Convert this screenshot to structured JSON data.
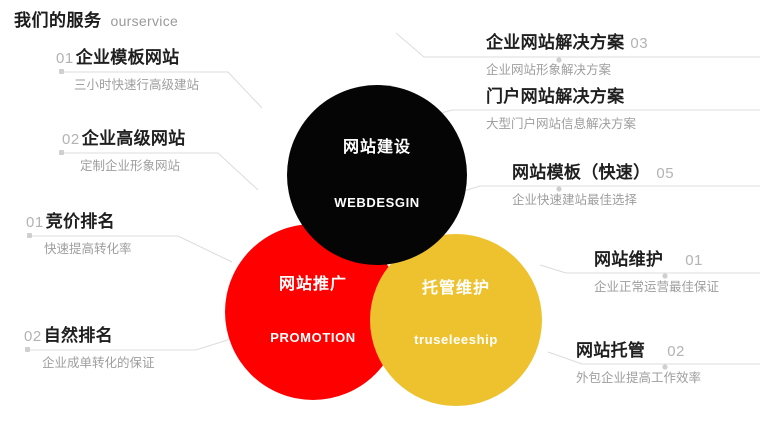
{
  "header": {
    "title_cn": "我们的服务",
    "title_en": "ourservice"
  },
  "colors": {
    "black": "#050505",
    "red": "#ff0000",
    "yellow": "#eec22e",
    "title": "#1f1f1f",
    "muted": "#9e9e9e",
    "number": "#b3b3b3",
    "line": "#dcdcdc"
  },
  "circles": [
    {
      "id": "black",
      "cn": "网站建设",
      "en": "WEBDESGIN"
    },
    {
      "id": "red",
      "cn": "网站推广",
      "en": "PROMOTION"
    },
    {
      "id": "yellow",
      "cn": "托管维护",
      "en": "truseleeship"
    }
  ],
  "left_items": [
    {
      "num": "01",
      "title": "企业模板网站",
      "sub": "三小时快速行高级建站"
    },
    {
      "num": "02",
      "title": "企业高级网站",
      "sub": "定制企业形象网站"
    },
    {
      "num": "01",
      "title": "竞价排名",
      "sub": "快速提高转化率"
    },
    {
      "num": "02",
      "title": "自然排名",
      "sub": "企业成单转化的保证"
    }
  ],
  "right_items": [
    {
      "title": "企业网站解决方案",
      "num": "03",
      "sub": "企业网站形象解决方案"
    },
    {
      "title": "门户网站解决方案",
      "num": "",
      "sub": "大型门户网站信息解决方案"
    },
    {
      "title": "网站模板（快速）",
      "num": "05",
      "sub": "企业快速建站最佳选择"
    },
    {
      "title": "网站维护",
      "num": "01",
      "sub": "企业正常运营最佳保证"
    },
    {
      "title": "网站托管",
      "num": "02",
      "sub": "外包企业提高工作效率"
    }
  ]
}
